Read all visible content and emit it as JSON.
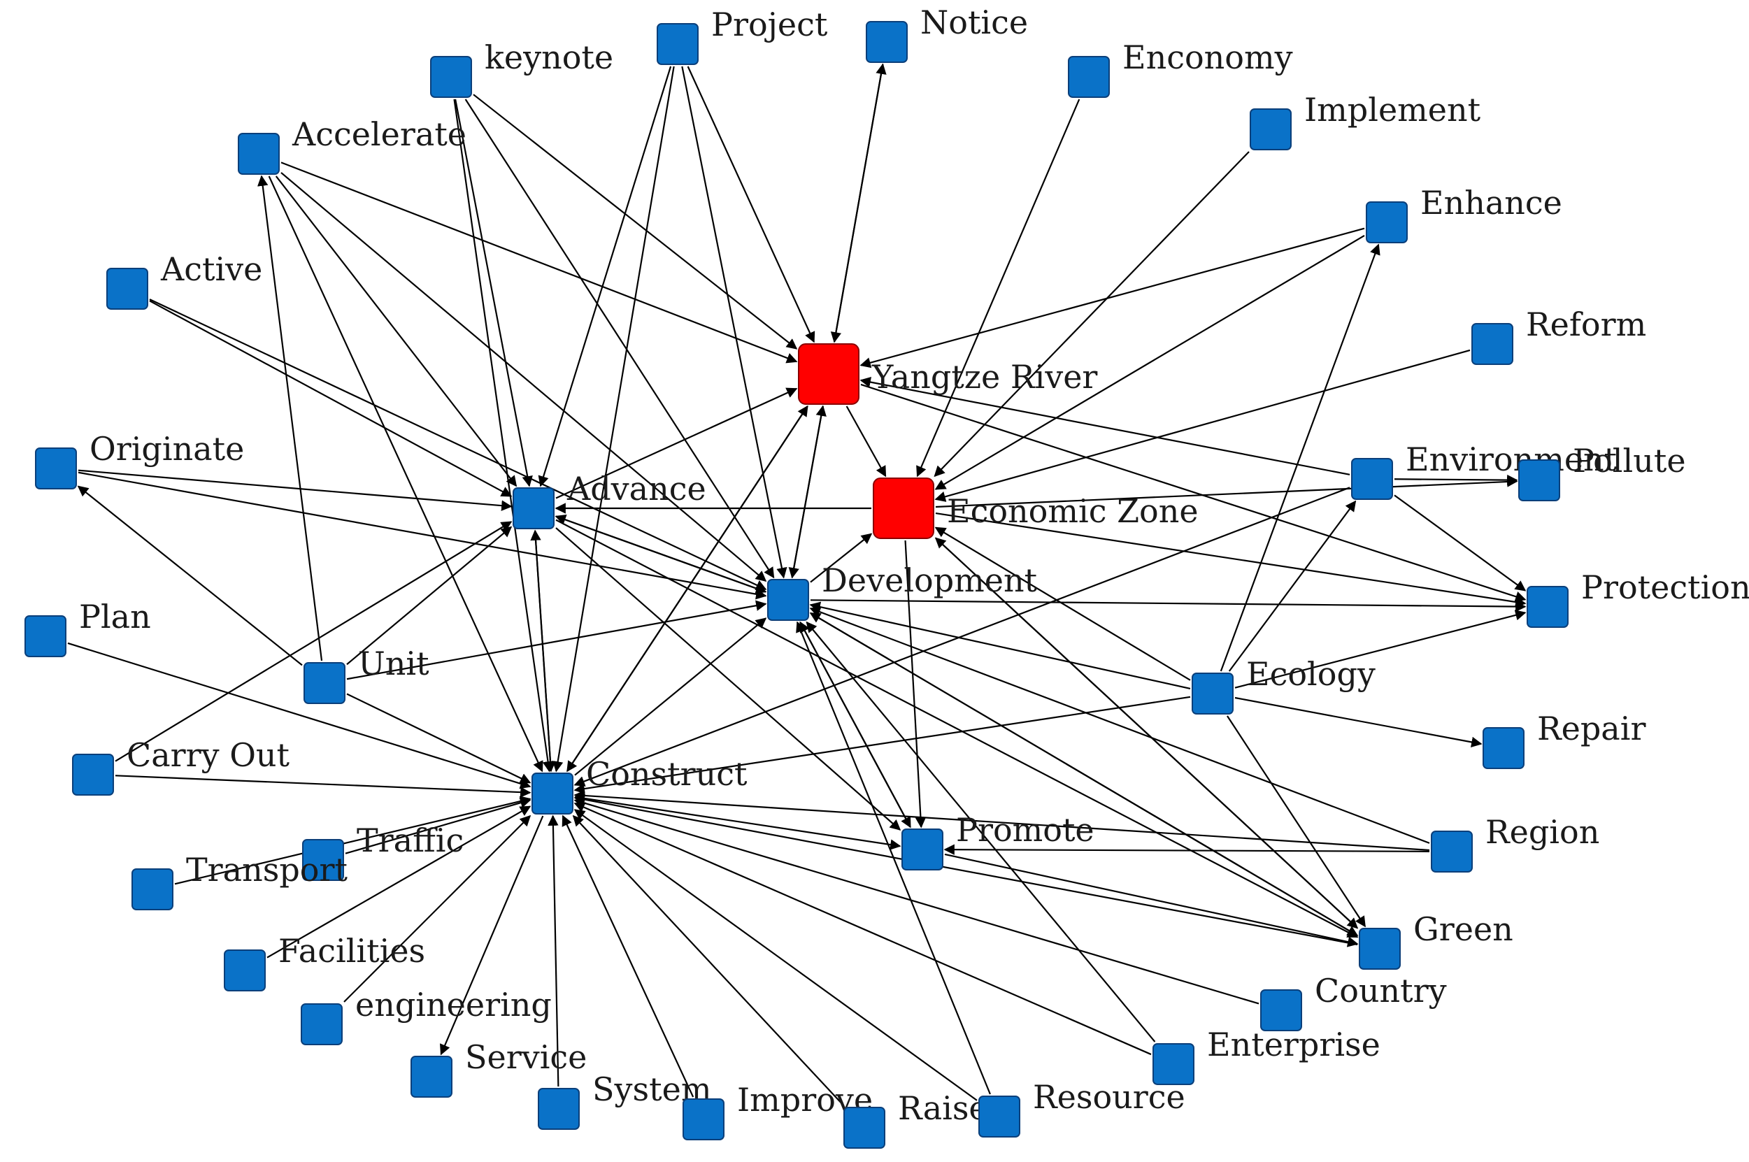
{
  "colors": {
    "hub": "#ff0000",
    "hub_border": "#8a0000",
    "node": "#0a72c8",
    "node_border": "#0b3f7a",
    "edge": "#000000",
    "label": "#1a1a1a"
  },
  "nodes": [
    {
      "id": "yangtze",
      "label": "Yangtze River",
      "kind": "hub"
    },
    {
      "id": "ezone",
      "label": "Economic Zone",
      "kind": "hub"
    },
    {
      "id": "advance",
      "label": "Advance",
      "kind": "node"
    },
    {
      "id": "development",
      "label": "Development",
      "kind": "node"
    },
    {
      "id": "construct",
      "label": "Construct",
      "kind": "node"
    },
    {
      "id": "ecology",
      "label": "Ecology",
      "kind": "node"
    },
    {
      "id": "promote",
      "label": "Promote",
      "kind": "node"
    },
    {
      "id": "environment",
      "label": "Environment",
      "kind": "node"
    },
    {
      "id": "project",
      "label": "Project",
      "kind": "node"
    },
    {
      "id": "notice",
      "label": "Notice",
      "kind": "node"
    },
    {
      "id": "keynote",
      "label": "keynote",
      "kind": "node"
    },
    {
      "id": "enconomy",
      "label": "Enconomy",
      "kind": "node"
    },
    {
      "id": "implement",
      "label": "Implement",
      "kind": "node"
    },
    {
      "id": "accelerate",
      "label": "Accelerate",
      "kind": "node"
    },
    {
      "id": "enhance",
      "label": "Enhance",
      "kind": "node"
    },
    {
      "id": "active",
      "label": "Active",
      "kind": "node"
    },
    {
      "id": "reform",
      "label": "Reform",
      "kind": "node"
    },
    {
      "id": "originate",
      "label": "Originate",
      "kind": "node"
    },
    {
      "id": "pollute",
      "label": "Pollute",
      "kind": "node"
    },
    {
      "id": "protection",
      "label": "Protection",
      "kind": "node"
    },
    {
      "id": "plan",
      "label": "Plan",
      "kind": "node"
    },
    {
      "id": "unit",
      "label": "Unit",
      "kind": "node"
    },
    {
      "id": "repair",
      "label": "Repair",
      "kind": "node"
    },
    {
      "id": "carryout",
      "label": "Carry Out",
      "kind": "node"
    },
    {
      "id": "region",
      "label": "Region",
      "kind": "node"
    },
    {
      "id": "traffic",
      "label": "Traffic",
      "kind": "node"
    },
    {
      "id": "transport",
      "label": "Transport",
      "kind": "node"
    },
    {
      "id": "green",
      "label": "Green",
      "kind": "node"
    },
    {
      "id": "facilities",
      "label": "Facilities",
      "kind": "node"
    },
    {
      "id": "country",
      "label": "Country",
      "kind": "node"
    },
    {
      "id": "engineering",
      "label": "engineering",
      "kind": "node"
    },
    {
      "id": "service",
      "label": "Service",
      "kind": "node"
    },
    {
      "id": "enterprise",
      "label": "Enterprise",
      "kind": "node"
    },
    {
      "id": "system",
      "label": "System",
      "kind": "node"
    },
    {
      "id": "improve",
      "label": "Improve",
      "kind": "node"
    },
    {
      "id": "raise",
      "label": "Raise",
      "kind": "node"
    },
    {
      "id": "resource",
      "label": "Resource",
      "kind": "node"
    }
  ],
  "edges": [
    [
      "accelerate",
      "yangtze"
    ],
    [
      "keynote",
      "yangtze"
    ],
    [
      "project",
      "yangtze"
    ],
    [
      "notice",
      "yangtze"
    ],
    [
      "advance",
      "yangtze"
    ],
    [
      "development",
      "yangtze"
    ],
    [
      "construct",
      "yangtze"
    ],
    [
      "enhance",
      "yangtze"
    ],
    [
      "environment",
      "yangtze"
    ],
    [
      "enconomy",
      "ezone"
    ],
    [
      "yangtze",
      "ezone"
    ],
    [
      "implement",
      "ezone"
    ],
    [
      "enhance",
      "ezone"
    ],
    [
      "reform",
      "ezone"
    ],
    [
      "development",
      "ezone"
    ],
    [
      "ecology",
      "ezone"
    ],
    [
      "green",
      "ezone"
    ],
    [
      "yangtze",
      "notice"
    ],
    [
      "keynote",
      "advance"
    ],
    [
      "project",
      "advance"
    ],
    [
      "accelerate",
      "advance"
    ],
    [
      "active",
      "advance"
    ],
    [
      "originate",
      "advance"
    ],
    [
      "construct",
      "advance"
    ],
    [
      "development",
      "advance"
    ],
    [
      "ezone",
      "advance"
    ],
    [
      "carryout",
      "advance"
    ],
    [
      "unit",
      "advance"
    ],
    [
      "keynote",
      "development"
    ],
    [
      "project",
      "development"
    ],
    [
      "accelerate",
      "development"
    ],
    [
      "active",
      "development"
    ],
    [
      "originate",
      "development"
    ],
    [
      "unit",
      "development"
    ],
    [
      "advance",
      "development"
    ],
    [
      "construct",
      "development"
    ],
    [
      "promote",
      "development"
    ],
    [
      "ecology",
      "development"
    ],
    [
      "region",
      "development"
    ],
    [
      "green",
      "development"
    ],
    [
      "enterprise",
      "development"
    ],
    [
      "resource",
      "development"
    ],
    [
      "yangtze",
      "development"
    ],
    [
      "keynote",
      "construct"
    ],
    [
      "accelerate",
      "construct"
    ],
    [
      "project",
      "construct"
    ],
    [
      "yangtze",
      "construct"
    ],
    [
      "advance",
      "construct"
    ],
    [
      "plan",
      "construct"
    ],
    [
      "unit",
      "construct"
    ],
    [
      "carryout",
      "construct"
    ],
    [
      "ecology",
      "construct"
    ],
    [
      "traffic",
      "construct"
    ],
    [
      "transport",
      "construct"
    ],
    [
      "facilities",
      "construct"
    ],
    [
      "engineering",
      "construct"
    ],
    [
      "system",
      "construct"
    ],
    [
      "improve",
      "construct"
    ],
    [
      "raise",
      "construct"
    ],
    [
      "resource",
      "construct"
    ],
    [
      "enterprise",
      "construct"
    ],
    [
      "country",
      "construct"
    ],
    [
      "green",
      "construct"
    ],
    [
      "region",
      "construct"
    ],
    [
      "environment",
      "construct"
    ],
    [
      "unit",
      "accelerate"
    ],
    [
      "unit",
      "originate"
    ],
    [
      "construct",
      "service"
    ],
    [
      "construct",
      "promote"
    ],
    [
      "development",
      "promote"
    ],
    [
      "ezone",
      "promote"
    ],
    [
      "advance",
      "promote"
    ],
    [
      "region",
      "promote"
    ],
    [
      "ezone",
      "pollute"
    ],
    [
      "environment",
      "pollute"
    ],
    [
      "ezone",
      "protection"
    ],
    [
      "development",
      "protection"
    ],
    [
      "ecology",
      "protection"
    ],
    [
      "environment",
      "protection"
    ],
    [
      "yangtze",
      "protection"
    ],
    [
      "ecology",
      "repair"
    ],
    [
      "ecology",
      "enhance"
    ],
    [
      "ecology",
      "environment"
    ],
    [
      "ecology",
      "green"
    ],
    [
      "promote",
      "green"
    ],
    [
      "development",
      "green"
    ],
    [
      "ezone",
      "green"
    ],
    [
      "advance",
      "green"
    ]
  ]
}
